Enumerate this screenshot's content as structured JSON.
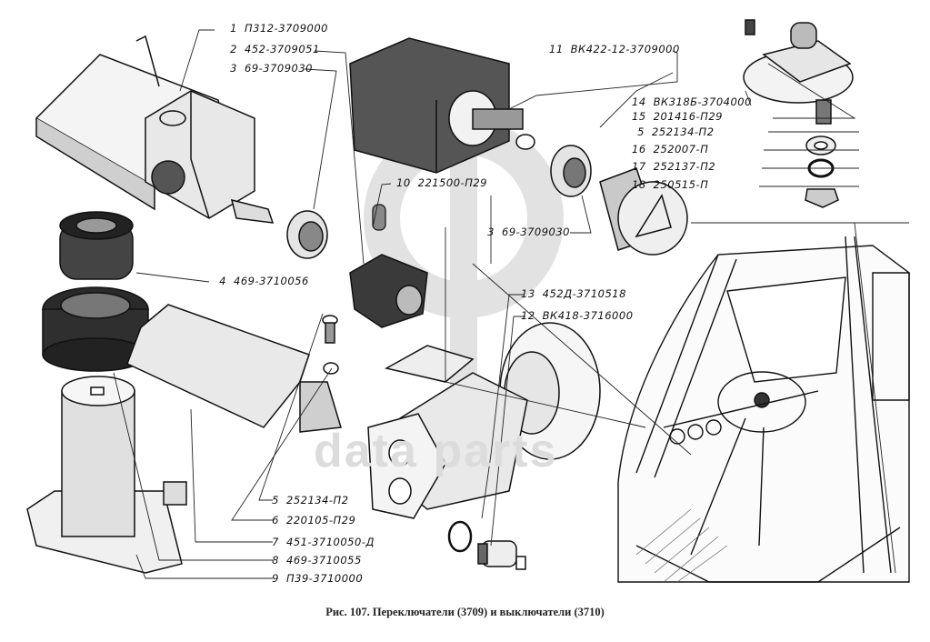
{
  "figure": {
    "caption": "Рис. 107. Переключатели (3709) и выключатели (3710)",
    "watermark": "data parts"
  },
  "callouts": [
    {
      "num": "1",
      "part": "П312-3709000"
    },
    {
      "num": "2",
      "part": "452-3709051"
    },
    {
      "num": "3",
      "part": "69-3709030"
    },
    {
      "num": "11",
      "part": "ВК422-12-3709000"
    },
    {
      "num": "14",
      "part": "ВК318Б-3704000"
    },
    {
      "num": "15",
      "part": "201416-П29"
    },
    {
      "num": "5",
      "part": "252134-П2"
    },
    {
      "num": "16",
      "part": "252007-П"
    },
    {
      "num": "17",
      "part": "252137-П2"
    },
    {
      "num": "18",
      "part": "250515-П"
    },
    {
      "num": "10",
      "part": "221500-П29"
    },
    {
      "num": "3",
      "part": "69-3709030"
    },
    {
      "num": "4",
      "part": "469-3710056"
    },
    {
      "num": "13",
      "part": "452Д-3710518"
    },
    {
      "num": "12",
      "part": "ВК418-3716000"
    },
    {
      "num": "5",
      "part": "252134-П2"
    },
    {
      "num": "6",
      "part": "220105-П29"
    },
    {
      "num": "7",
      "part": "451-3710050-Д"
    },
    {
      "num": "8",
      "part": "469-3710055"
    },
    {
      "num": "9",
      "part": "П39-3710000"
    }
  ],
  "components": [
    "light-switch",
    "switch-nut",
    "stop-signal-switch",
    "warning-switch-knob",
    "ignition-switch",
    "fastener-bolt",
    "flat-washer",
    "spring-washer",
    "hex-nut",
    "ground-switch",
    "rubber-boot",
    "cover-plate",
    "switch-housing",
    "brake-chamber-switch",
    "pressure-switch",
    "sealing-washer",
    "cab-interior"
  ]
}
